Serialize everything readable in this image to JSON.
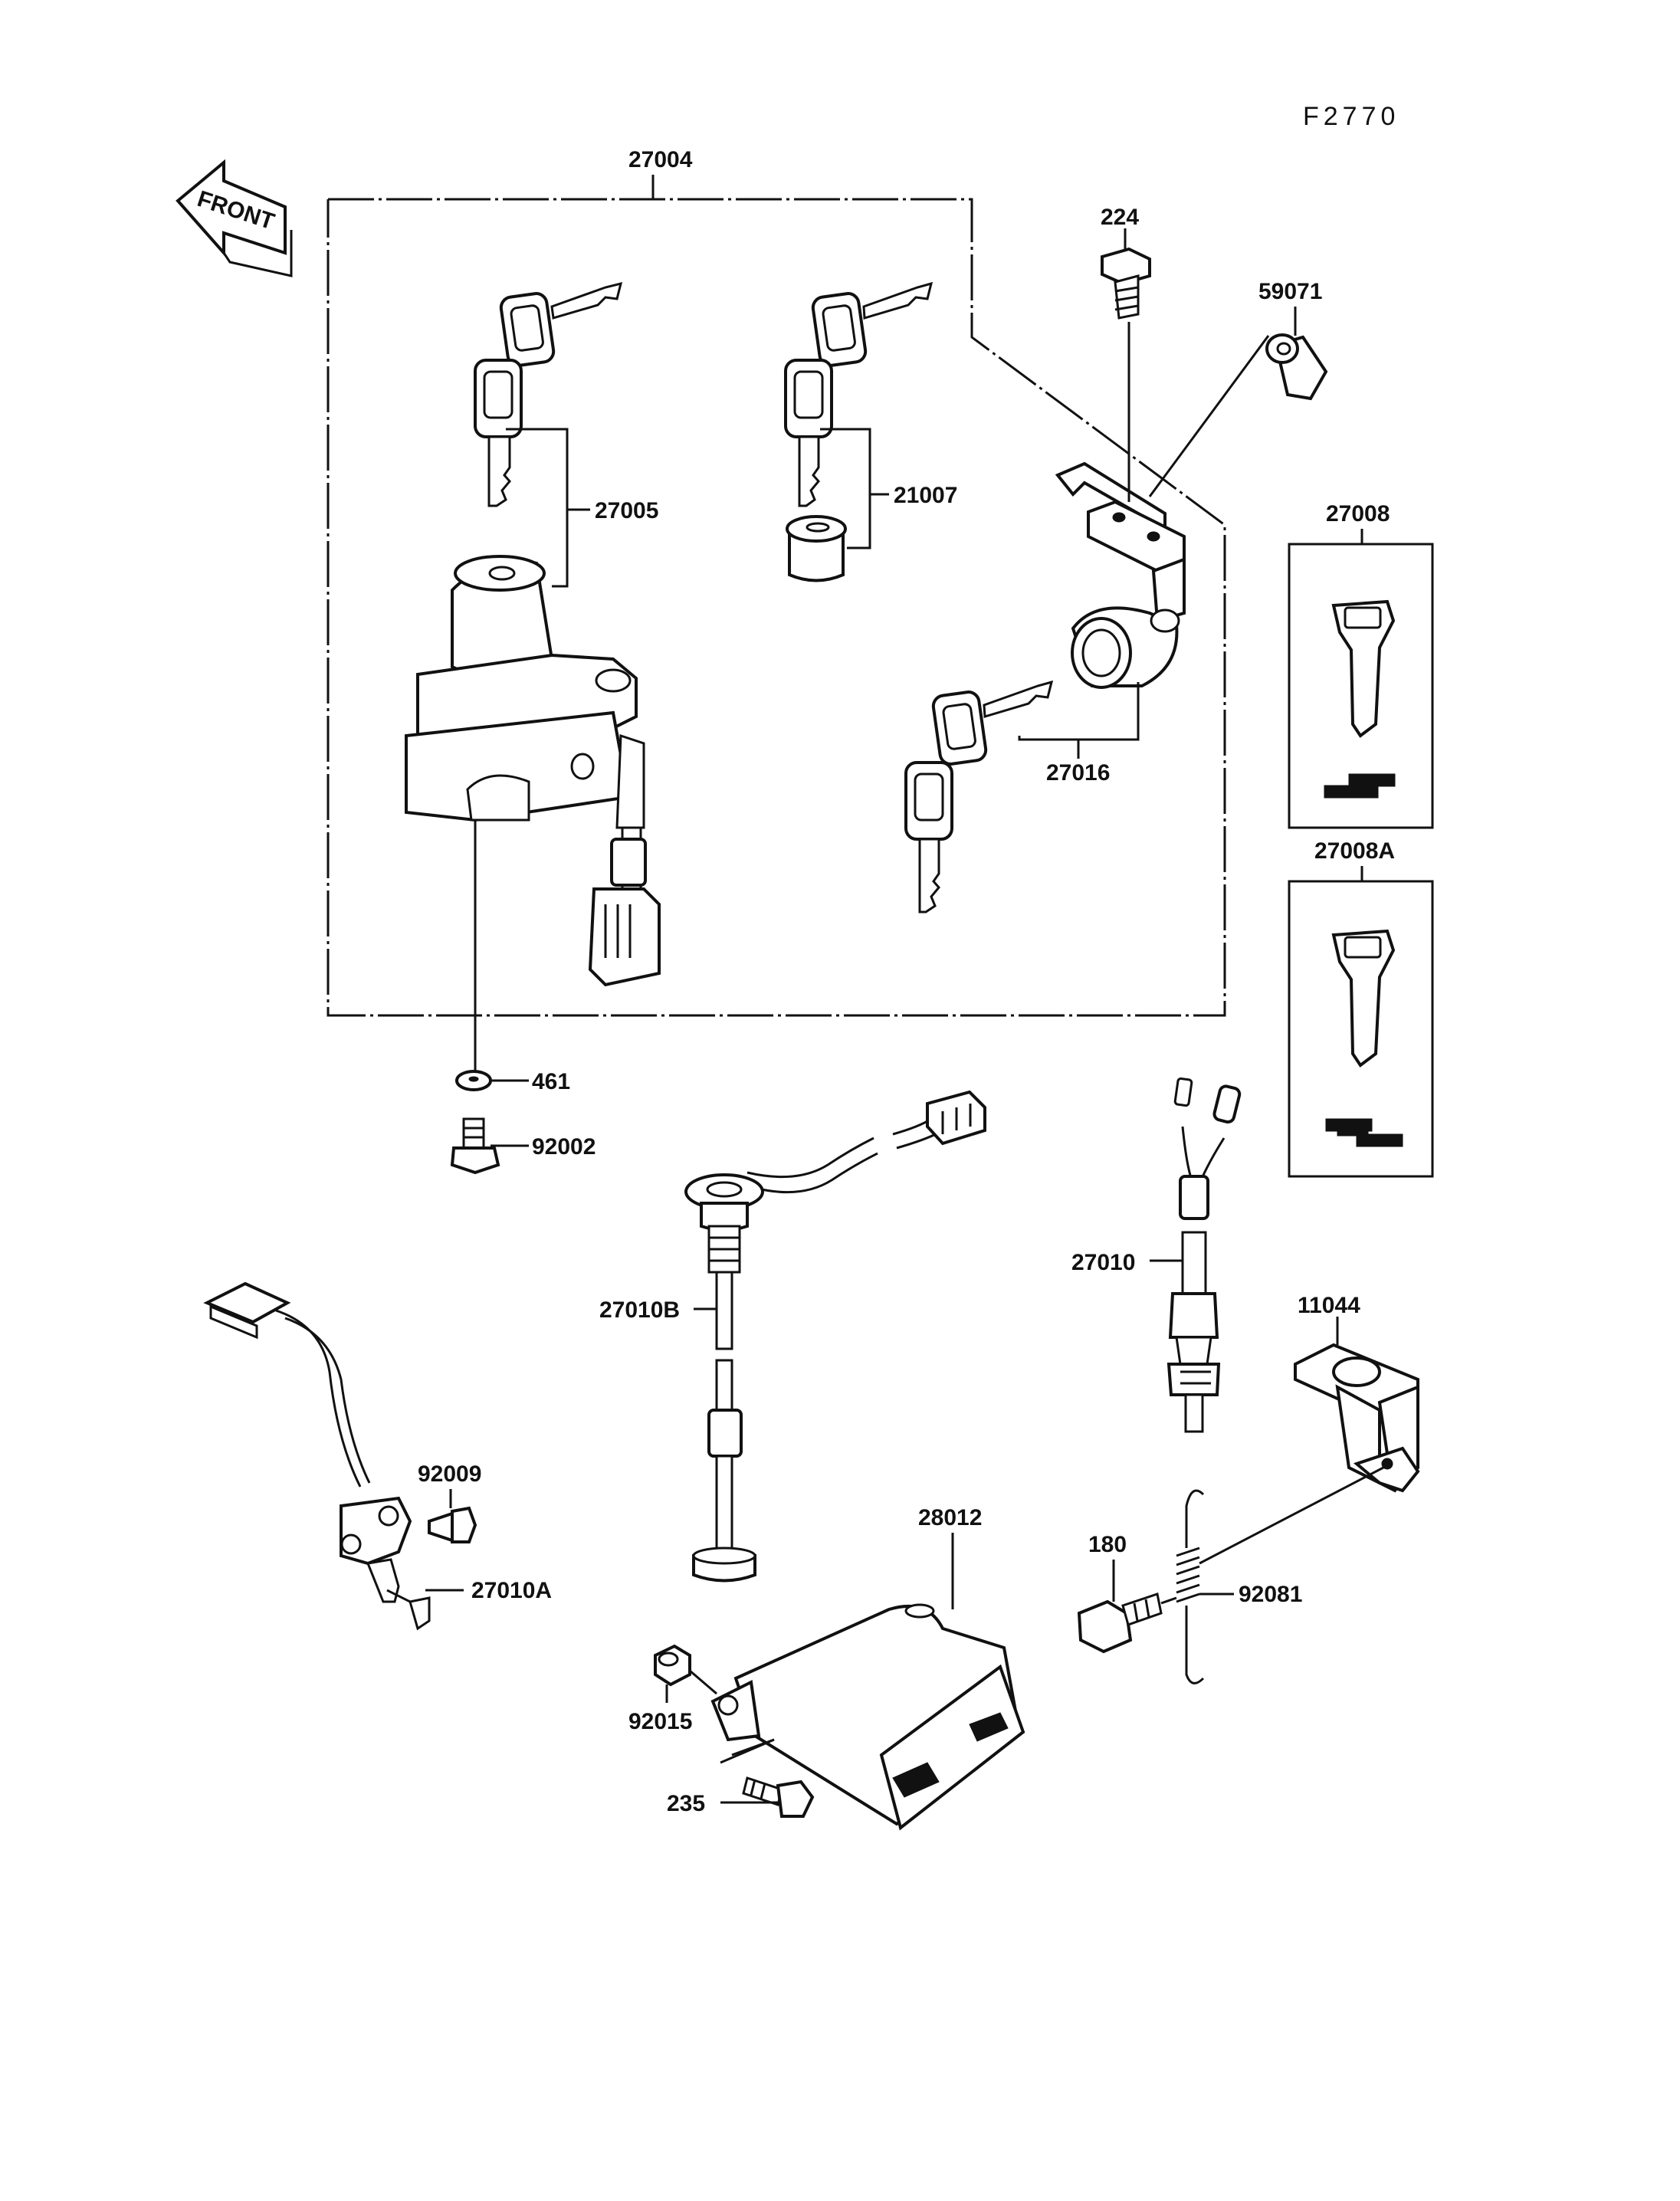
{
  "diagram_code": "F2770",
  "front_arrow_label": "FRONT",
  "labels": {
    "p27004": "27004",
    "p27005": "27005",
    "p21007": "21007",
    "p27016": "27016",
    "p224": "224",
    "p59071": "59071",
    "p27008": "27008",
    "p27008A": "27008A",
    "p461": "461",
    "p92002": "92002",
    "p27010B": "27010B",
    "p27010": "27010",
    "p11044": "11044",
    "p92009": "92009",
    "p27010A": "27010A",
    "p28012": "28012",
    "p180": "180",
    "p92081": "92081",
    "p92015": "92015",
    "p235": "235"
  },
  "colors": {
    "ink": "#111111",
    "paper": "#ffffff"
  }
}
